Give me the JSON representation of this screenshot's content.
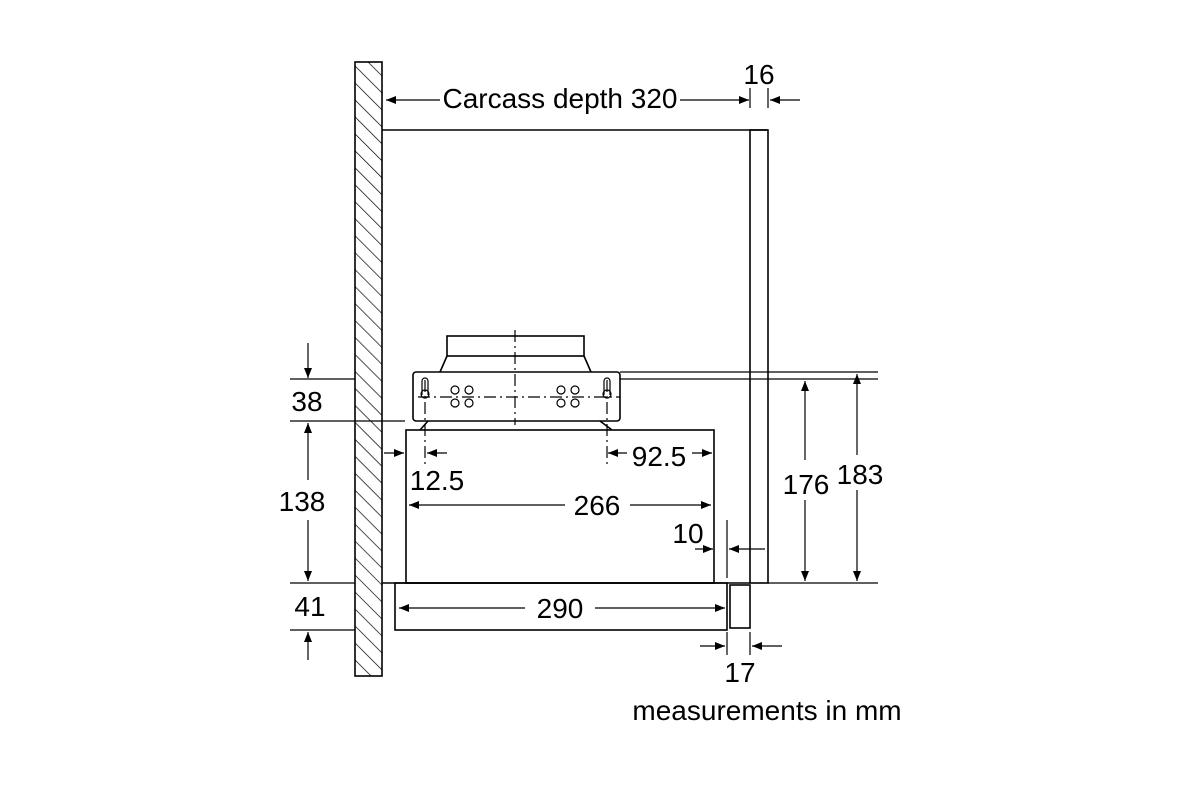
{
  "diagram": {
    "labels": {
      "carcass_depth": "Carcass depth 320",
      "panel_thickness": "16",
      "bracket_height": "38",
      "body_height": "138",
      "front_height": "41",
      "left_offset": "12.5",
      "right_offset": "92.5",
      "body_depth": "266",
      "gap": "10",
      "front_depth": "290",
      "total_height_176": "176",
      "total_height_183": "183",
      "handle_depth": "17",
      "units_note": "measurements in mm"
    }
  }
}
